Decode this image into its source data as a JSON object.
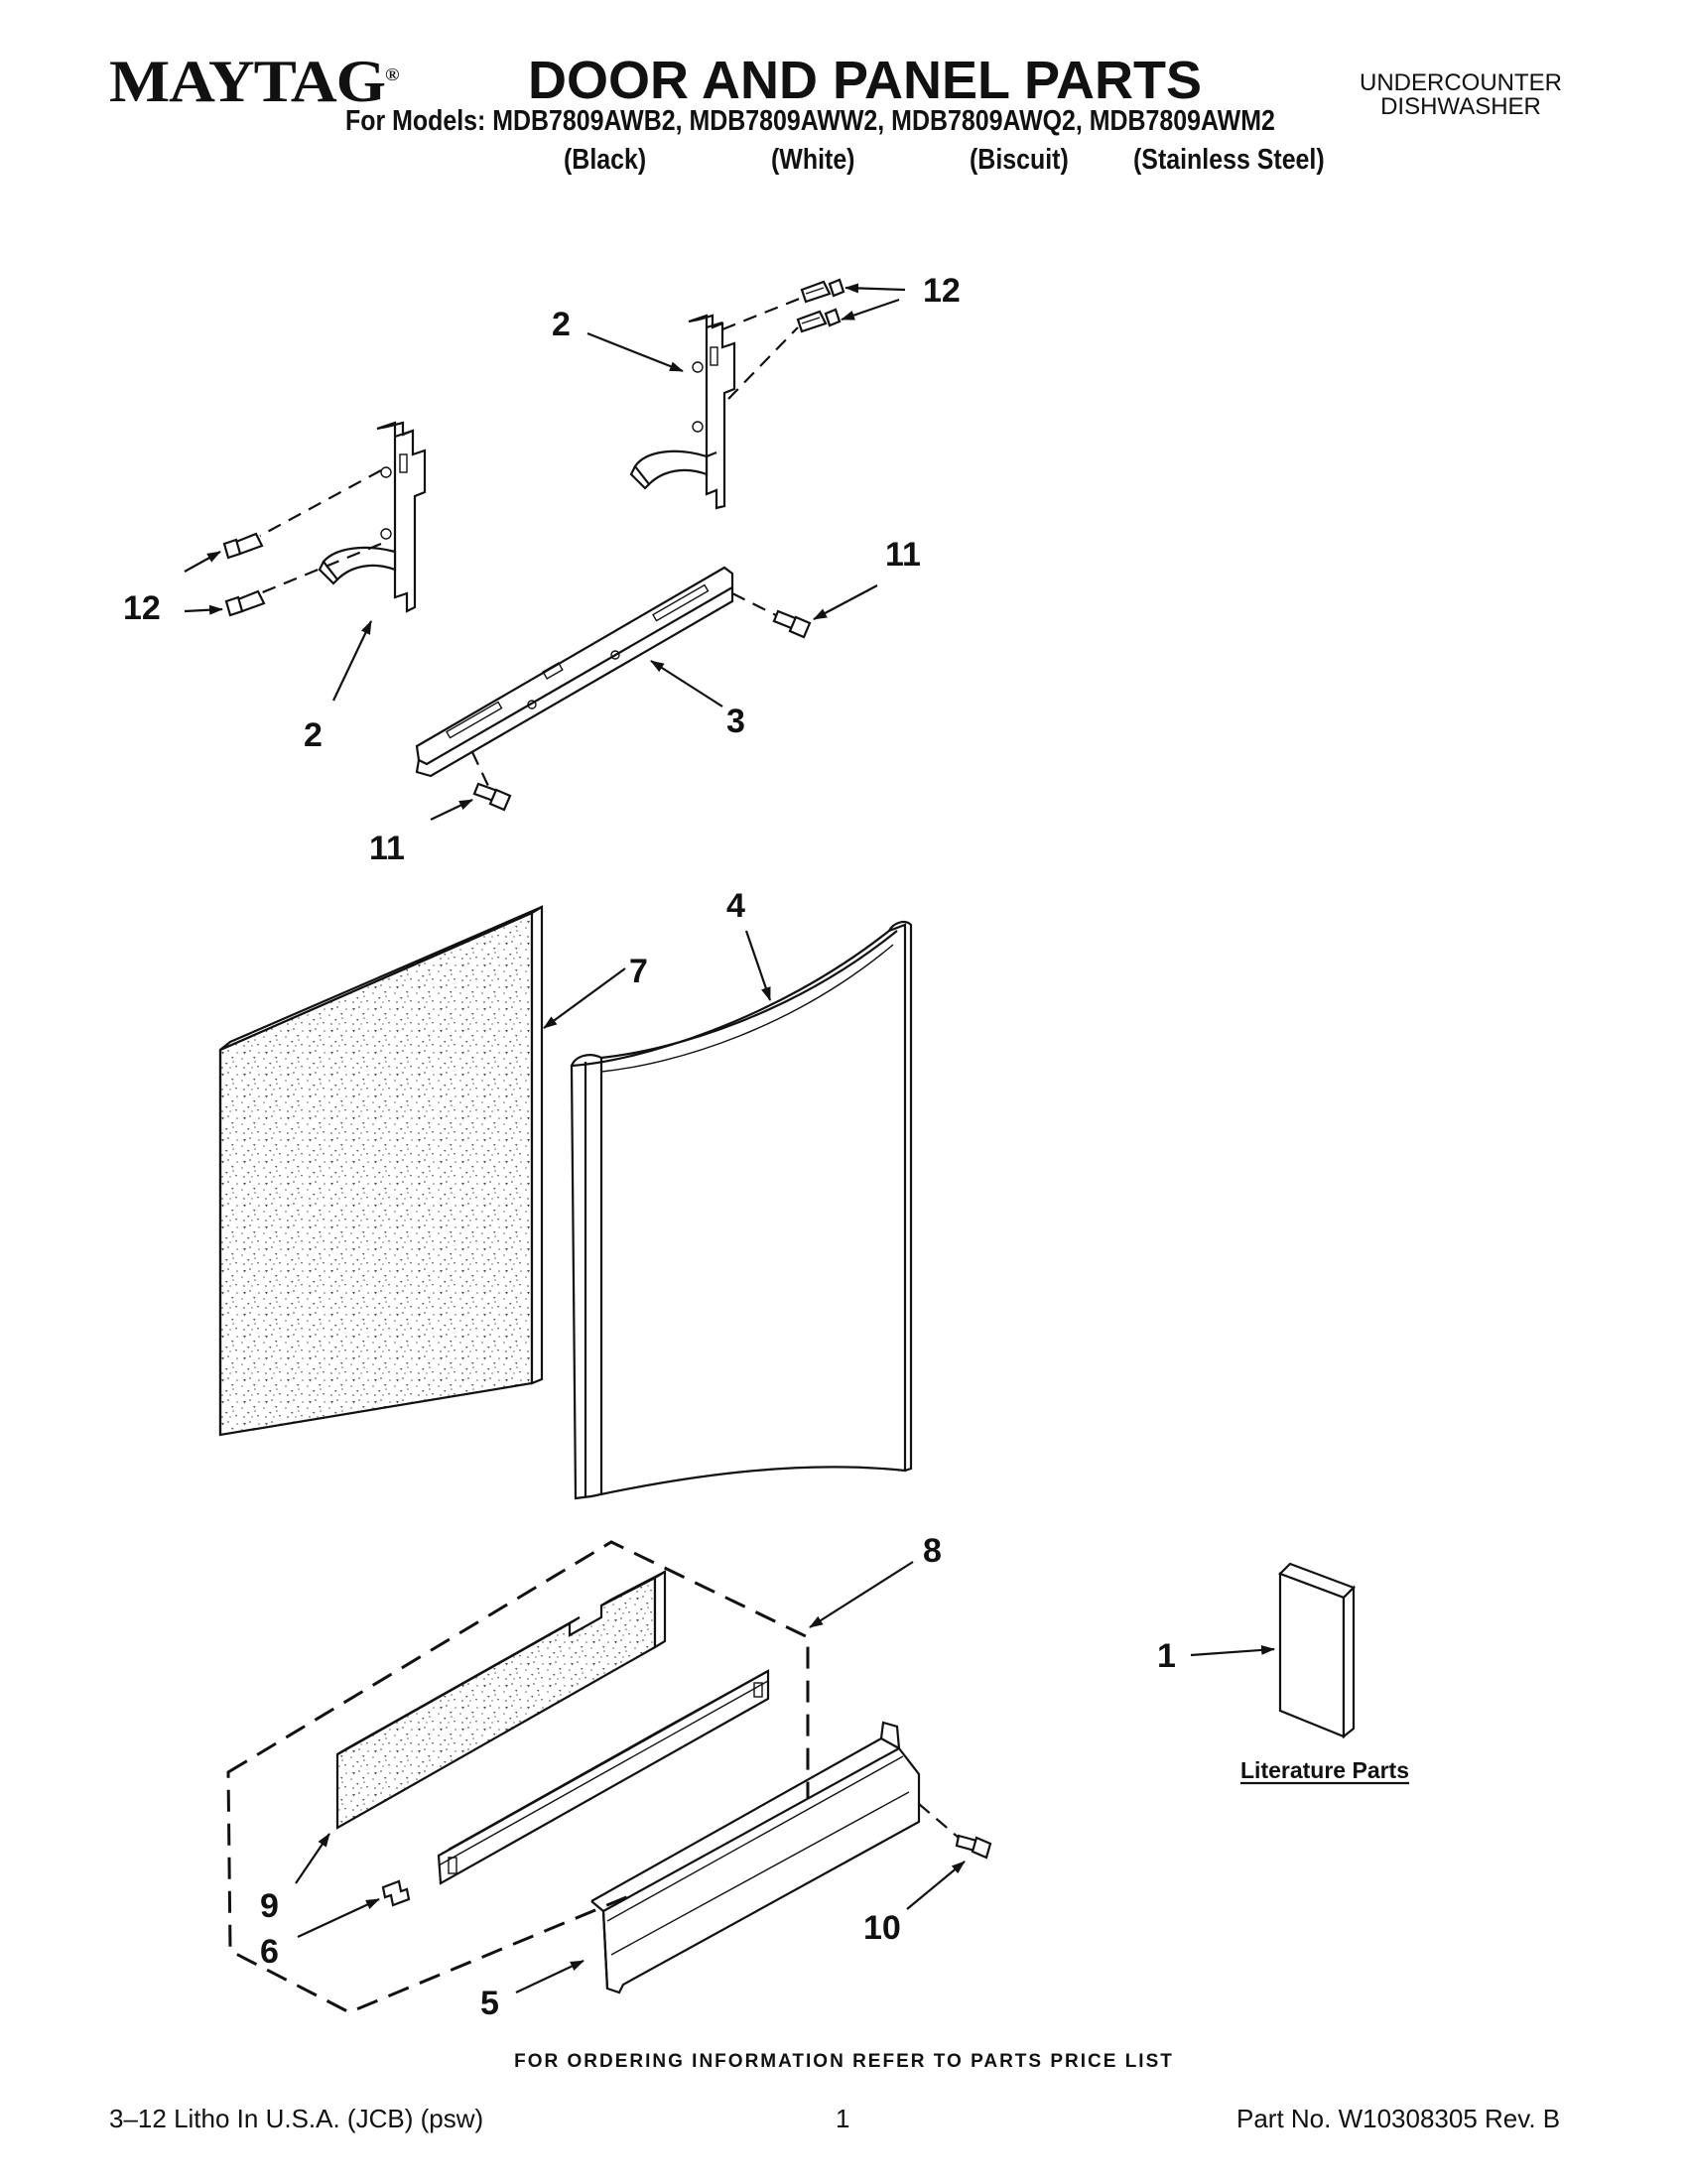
{
  "header": {
    "brand": "MAYTAG",
    "brand_mark": "®",
    "title": "DOOR AND PANEL PARTS",
    "product_line1": "UNDERCOUNTER",
    "product_line2": "DISHWASHER",
    "models": "For Models: MDB7809AWB2, MDB7809AWW2, MDB7809AWQ2, MDB7809AWM2",
    "colors": [
      "(Black)",
      "(White)",
      "(Biscuit)",
      "(Stainless Steel)"
    ]
  },
  "callouts": {
    "c2_top": "2",
    "c12_top": "12",
    "c12_left": "12",
    "c2_left": "2",
    "c11_right": "11",
    "c3": "3",
    "c11_left": "11",
    "c4": "4",
    "c7": "7",
    "c8": "8",
    "c1": "1",
    "c9": "9",
    "c6": "6",
    "c5": "5",
    "c10": "10"
  },
  "literature_label": "Literature Parts",
  "footer": {
    "ordering_note": "FOR ORDERING INFORMATION REFER TO PARTS PRICE LIST",
    "litho": "3–12 Litho In U.S.A. (JCB) (psw)",
    "page_number": "1",
    "part_number": "Part No. W10308305 Rev. B"
  }
}
